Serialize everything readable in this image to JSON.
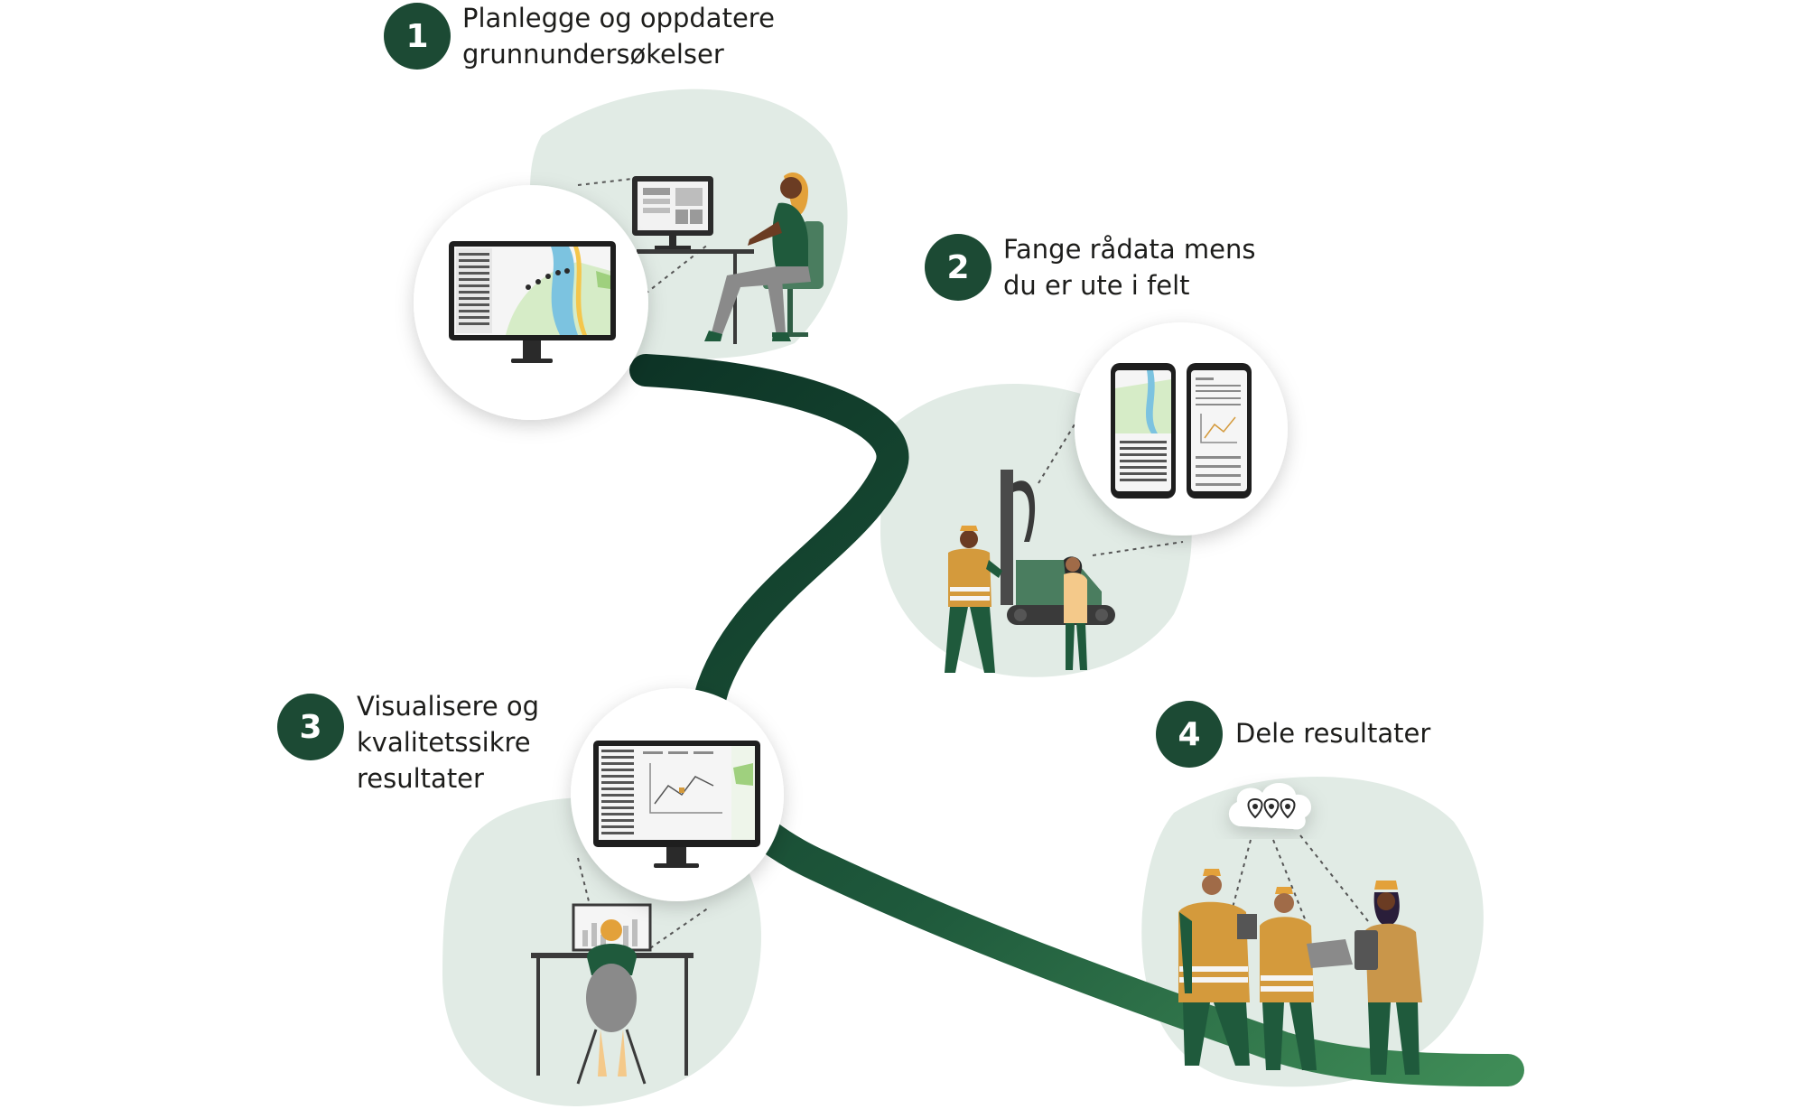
{
  "colors": {
    "path_dark": "#0f3a2a",
    "path_mid": "#1f5a3c",
    "path_light": "#3e8a55",
    "blob": "#e1ebe5",
    "badge": "#1c4a34",
    "vest_orange": "#d49a3c",
    "shirt_green": "#1f5a3c",
    "helmet": "#e3a13a"
  },
  "steps": [
    {
      "number": "1",
      "lines": [
        "Planlegge og oppdatere",
        "grunnundersøkelser"
      ],
      "icon": "monitor-map-icon"
    },
    {
      "number": "2",
      "lines": [
        "Fange rådata mens",
        "du er ute i felt"
      ],
      "icon": "smartphones-icon"
    },
    {
      "number": "3",
      "lines": [
        "Visualisere og",
        "kvalitetssikre",
        "resultater"
      ],
      "icon": "monitor-chart-icon"
    },
    {
      "number": "4",
      "lines": [
        "Dele resultater"
      ],
      "icon": "cloud-location-icon"
    }
  ]
}
